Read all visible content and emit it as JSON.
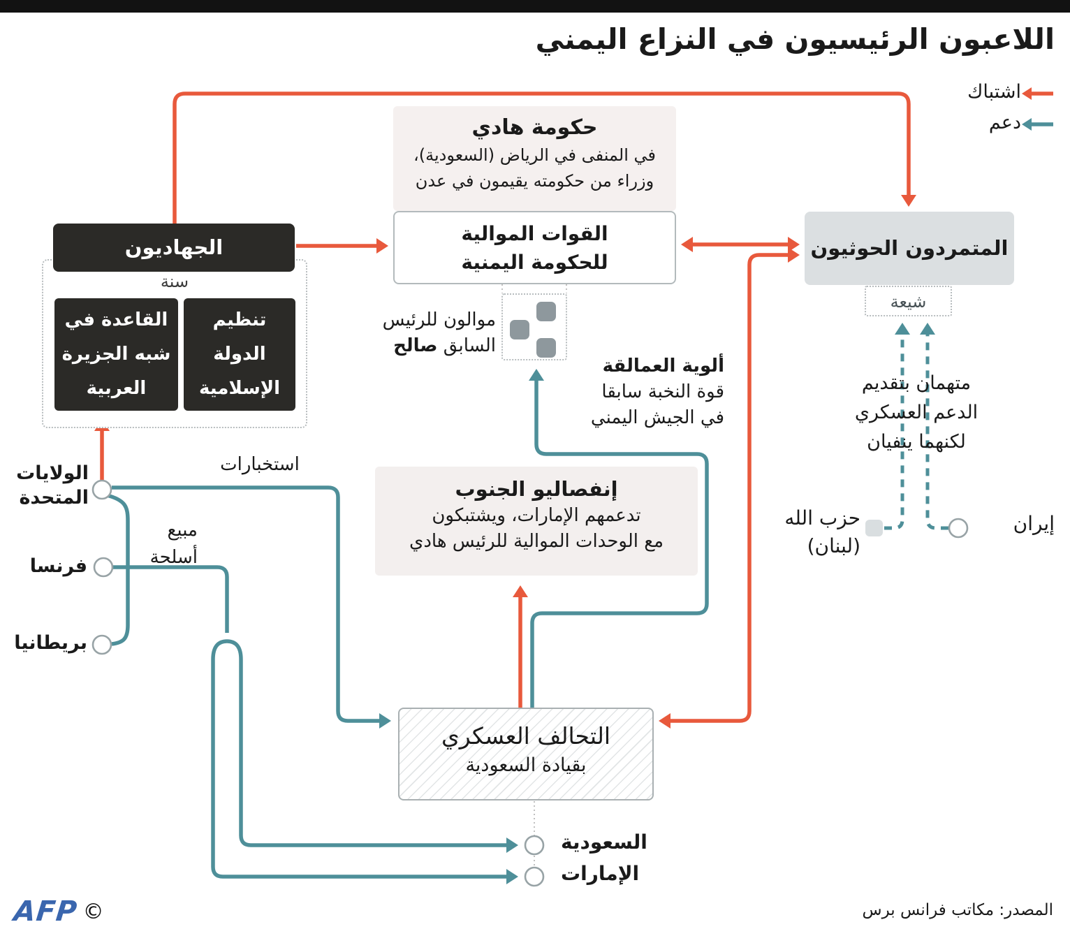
{
  "title": "اللاعبون الرئيسيون في النزاع اليمني",
  "legend": {
    "clash": "اشتباك",
    "support": "دعم"
  },
  "colors": {
    "clash_red": "#E8593C",
    "support_teal": "#4E8F99",
    "dark_box": "#2B2A27",
    "hadi_bg": "#F5F0EF",
    "houthi_bg": "#DBDFE1",
    "separatist_bg": "#F3EFEE",
    "afp_blue": "#3A66AE"
  },
  "nodes": {
    "hadi": {
      "title": "حكومة هادي",
      "line1": "في المنفى في الرياض (السعودية)،",
      "line2": "وزراء من حكومته يقيمون في عدن"
    },
    "pro_gov_forces": {
      "line1": "القوات الموالية",
      "line2": "للحكومة اليمنية"
    },
    "houthis": {
      "label": "المتمردون الحوثيون",
      "sect": "شيعة"
    },
    "jihadists": {
      "label": "الجهاديون",
      "sect": "سنة",
      "aqap": {
        "l1": "القاعدة في",
        "l2": "شبه الجزيرة",
        "l3": "العربية"
      },
      "isis": {
        "l1": "تنظيم",
        "l2": "الدولة",
        "l3": "الإسلامية"
      }
    },
    "saleh_loyalists": {
      "l1": "موالون للرئيس",
      "l2a": "السابق ",
      "l2b": "صالح"
    },
    "amaliqa": {
      "title": "ألوية العمالقة",
      "l1": "قوة النخبة سابقا",
      "l2": "في الجيش اليمني"
    },
    "separatists": {
      "title": "إنفصاليو الجنوب",
      "l1": "تدعمهم الإمارات، ويشتبكون",
      "l2": "مع الوحدات الموالية للرئيس هادي"
    },
    "coalition": {
      "title": "التحالف العسكري",
      "subtitle": "بقيادة السعودية"
    },
    "accused_note": {
      "l1": "متهمان بتقديم",
      "l2": "الدعم العسكري",
      "l3": "لكنهما ينفيان"
    },
    "hezbollah": {
      "l1": "حزب الله",
      "l2": "(لبنان)"
    },
    "iran": "إيران",
    "usa": {
      "l1": "الولايات",
      "l2": "المتحدة"
    },
    "france": "فرنسا",
    "uk": "بريطانيا",
    "saudi": "السعودية",
    "uae": "الإمارات"
  },
  "edge_labels": {
    "intelligence": "استخبارات",
    "arms_l1": "مبيع",
    "arms_l2": "أسلحة"
  },
  "footer": {
    "copyright": "©",
    "afp": "AFP",
    "source": "المصدر: مكاتب فرانس برس"
  }
}
